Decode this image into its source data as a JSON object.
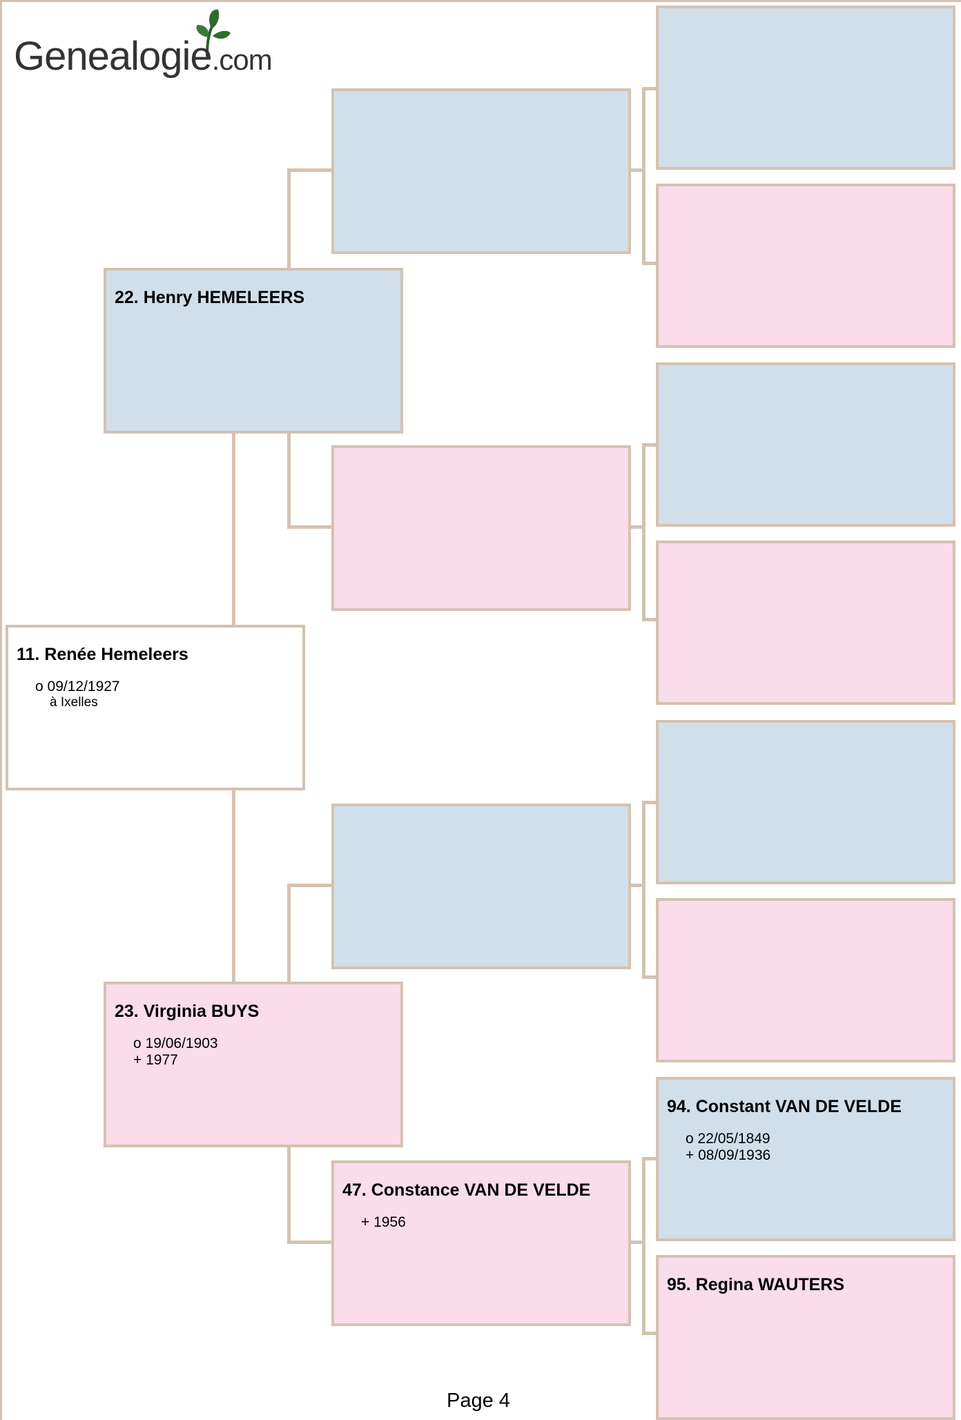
{
  "logo": {
    "text": "Genealogie",
    "suffix": ".com"
  },
  "people": {
    "p11": {
      "name": "11. Renée Hemeleers",
      "birth": "o 09/12/1927",
      "birth_place": "à Ixelles"
    },
    "p22": {
      "name": "22. Henry HEMELEERS"
    },
    "p23": {
      "name": "23. Virginia BUYS",
      "birth": "o 19/06/1903",
      "death": "+ 1977"
    },
    "p47": {
      "name": "47. Constance VAN DE VELDE",
      "death": "+ 1956"
    },
    "p94": {
      "name": "94. Constant VAN DE VELDE",
      "birth": "o 22/05/1849",
      "death": "+ 08/09/1936"
    },
    "p95": {
      "name": "95. Regina WAUTERS"
    }
  },
  "footer": {
    "page": "Page 4"
  },
  "colors": {
    "male": "#d1dfea",
    "female": "#fadceb",
    "border": "#d4c2b1"
  }
}
